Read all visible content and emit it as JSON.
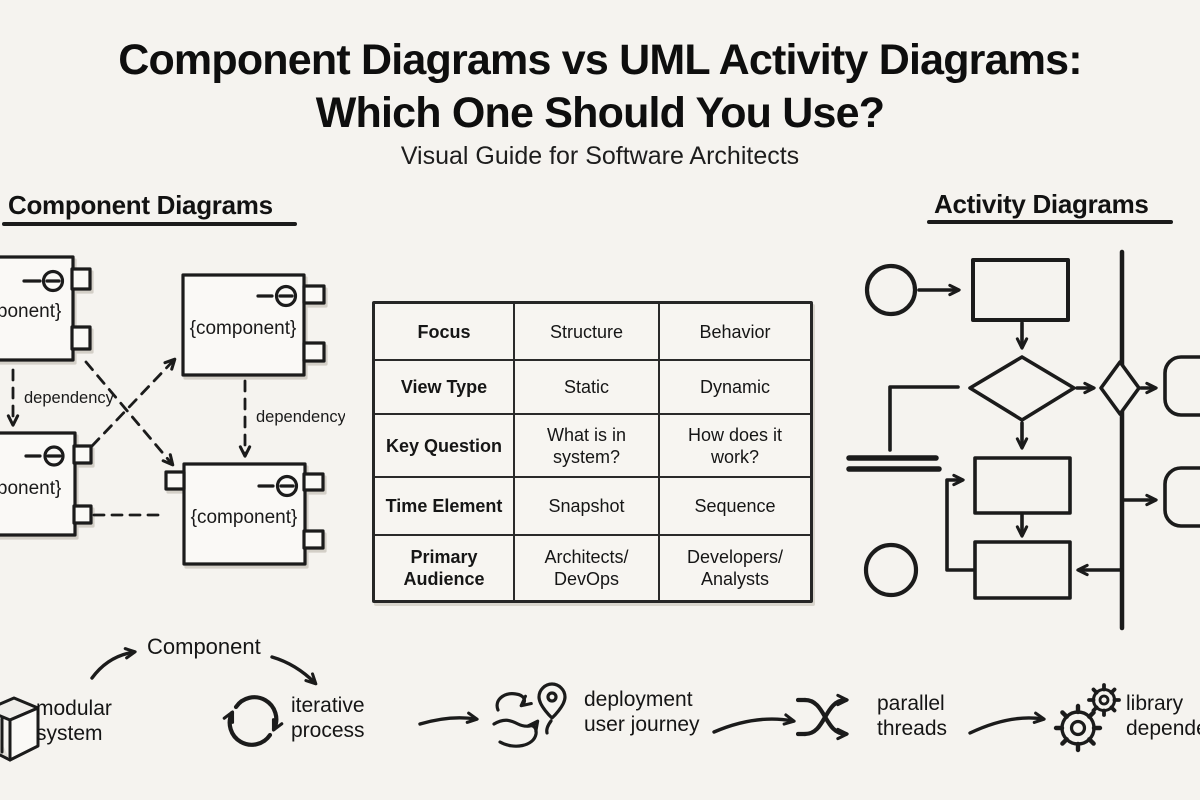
{
  "header": {
    "title_line1": "Component Diagrams vs UML Activity Diagrams:",
    "title_line2": "Which One Should You Use?",
    "subtitle": "Visual Guide for Software Architects"
  },
  "left_section": {
    "heading": "Component Diagrams",
    "component_label": "{component}",
    "dependency_label": "dependency"
  },
  "comparison_table": {
    "rows": [
      {
        "label": "Focus",
        "component": "Structure",
        "activity": "Behavior"
      },
      {
        "label": "View Type",
        "component": "Static",
        "activity": "Dynamic"
      },
      {
        "label": "Key Question",
        "component": "What is in system?",
        "activity": "How does it work?"
      },
      {
        "label": "Time Element",
        "component": "Snapshot",
        "activity": "Sequence"
      },
      {
        "label": "Primary Audience",
        "component": "Architects/ DevOps",
        "activity": "Developers/ Analysts"
      }
    ]
  },
  "right_section": {
    "heading": "Activity Diagrams"
  },
  "bottom_row": {
    "component_callout": "Component",
    "items": [
      {
        "icon": "cube-icon",
        "label": "modular\nsystem"
      },
      {
        "icon": "cycle-arrows-icon",
        "label": "iterative\nprocess"
      },
      {
        "icon": "journey-path-pin-icon",
        "label": "deployment\nuser journey"
      },
      {
        "icon": "crossing-threads-icon",
        "label": "parallel\nthreads"
      },
      {
        "icon": "gears-icon",
        "label": "library\ndependencies"
      }
    ]
  },
  "colors": {
    "paper": "#f5f3ef",
    "ink": "#1b1b1b"
  }
}
